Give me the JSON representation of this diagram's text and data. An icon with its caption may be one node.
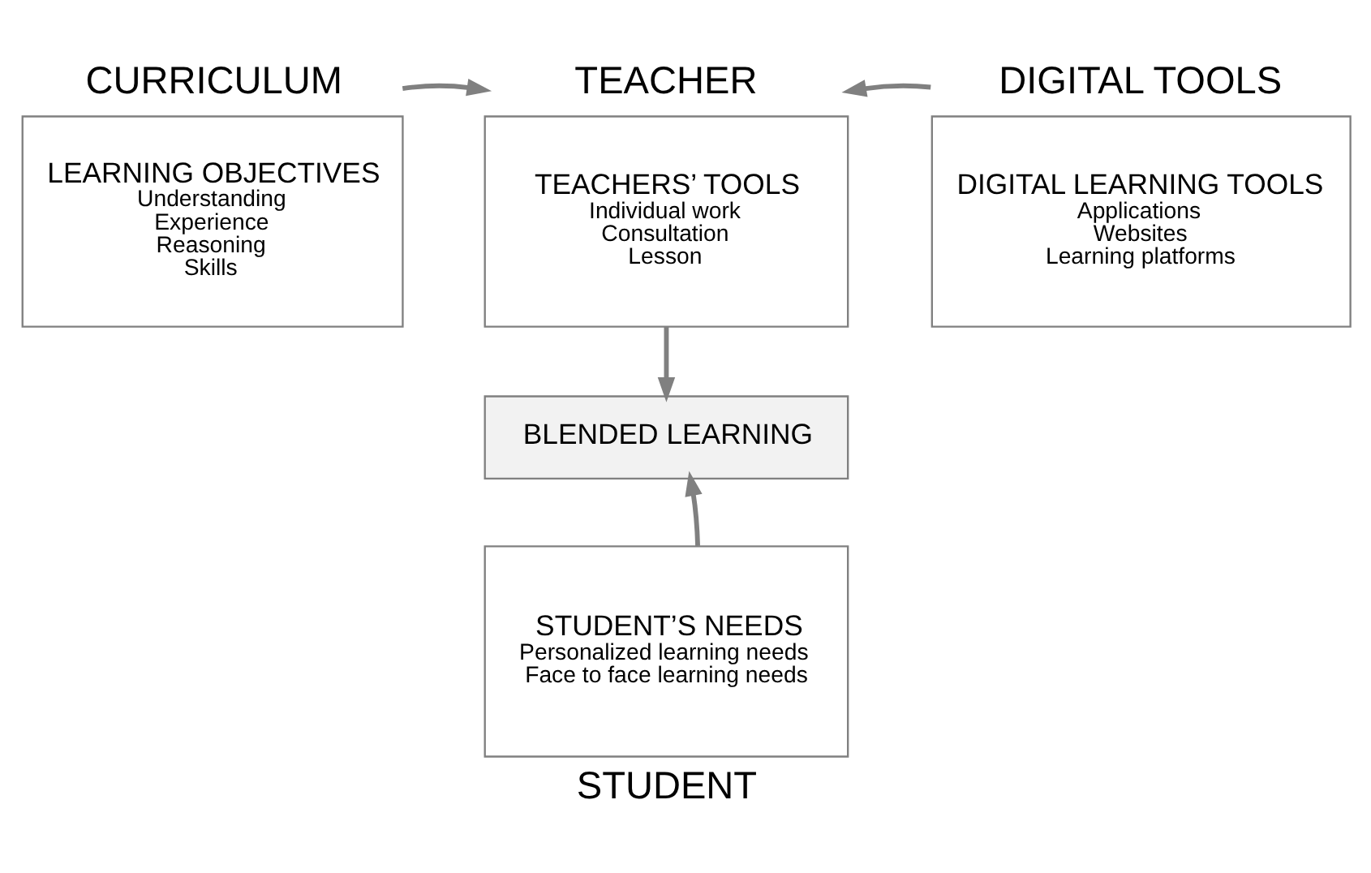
{
  "diagram": {
    "nodes": [
      {
        "text": [
          "CURRICULUM",
          "LEARNING OBJECTIVES",
          "Understanding",
          "Experience",
          "Reasoning",
          "Skills"
        ]
      },
      {
        "text": [
          "TEACHER",
          "TEACHERS’ TOOLS",
          "Individual work",
          "Consultation",
          "Lesson"
        ]
      },
      {
        "text": [
          "DIGITAL TOOLS",
          "DIGITAL LEARNING TOOLS",
          "Applications",
          "Websites",
          "Learning platforms"
        ]
      },
      {
        "text": [
          "BLENDED LEARNING"
        ]
      },
      {
        "text": [
          "STUDENT’S NEEDS",
          "Personalized learning needs",
          "Face to face learning needs",
          "STUDENT"
        ]
      }
    ],
    "edges": [
      {
        "from": 0,
        "to": 1,
        "arrow": "to"
      },
      {
        "from": 2,
        "to": 1,
        "arrow": "to"
      },
      {
        "from": 1,
        "to": 3,
        "arrow": "to"
      },
      {
        "from": 4,
        "to": 3,
        "arrow": "to"
      }
    ]
  }
}
